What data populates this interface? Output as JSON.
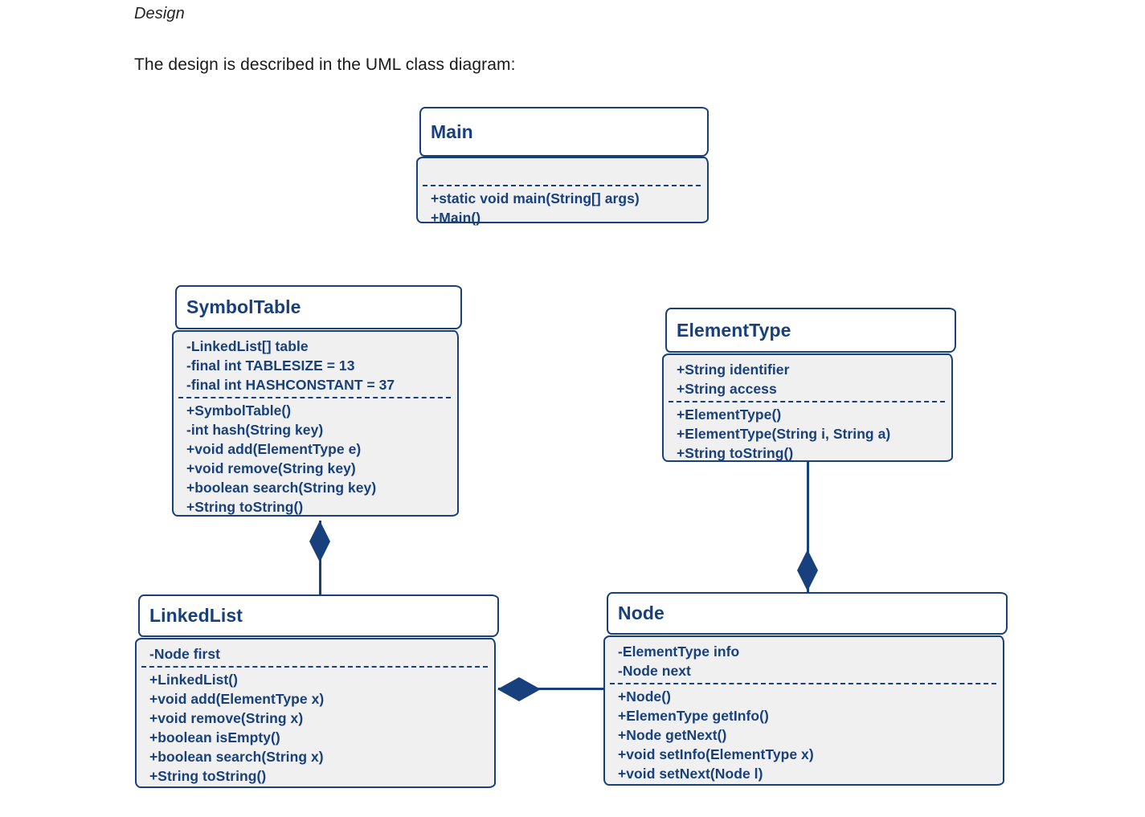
{
  "document": {
    "heading": "Design",
    "paragraph": "The design is described in the UML class diagram:"
  },
  "diagram": {
    "type": "uml-class-diagram",
    "accent_color": "#17407d",
    "body_fill": "#f0f0f0",
    "header_fill": "#ffffff",
    "classes": [
      {
        "id": "main",
        "name": "Main",
        "attributes": [],
        "methods": [
          "+static void main(String[] args)",
          "+Main()"
        ]
      },
      {
        "id": "symboltable",
        "name": "SymbolTable",
        "attributes": [
          "-LinkedList[] table",
          "-final int TABLESIZE = 13",
          "-final int HASHCONSTANT = 37"
        ],
        "methods": [
          "+SymbolTable()",
          "-int hash(String key)",
          "+void add(ElementType e)",
          "+void remove(String key)",
          "+boolean search(String key)",
          "+String toString()"
        ]
      },
      {
        "id": "elementtype",
        "name": "ElementType",
        "attributes": [
          "+String identifier",
          "+String access"
        ],
        "methods": [
          "+ElementType()",
          "+ElementType(String i, String a)",
          "+String toString()"
        ]
      },
      {
        "id": "linkedlist",
        "name": "LinkedList",
        "attributes": [
          "-Node first"
        ],
        "methods": [
          "+LinkedList()",
          "+void add(ElementType x)",
          "+void remove(String x)",
          "+boolean isEmpty()",
          "+boolean search(String x)",
          "+String toString()"
        ]
      },
      {
        "id": "node",
        "name": "Node",
        "attributes": [
          "-ElementType info",
          "-Node next"
        ],
        "methods": [
          "+Node()",
          "+ElemenType getInfo()",
          "+Node getNext()",
          "+void setInfo(ElementType x)",
          "+void setNext(Node l)"
        ]
      }
    ],
    "relationships": [
      {
        "id": "symboltable-linkedlist",
        "kind": "composition",
        "from": "SymbolTable",
        "to": "LinkedList",
        "diamond_at": "SymbolTable"
      },
      {
        "id": "elementtype-node",
        "kind": "composition",
        "from": "ElementType",
        "to": "Node",
        "diamond_at": "Node"
      },
      {
        "id": "linkedlist-node",
        "kind": "composition",
        "from": "Node",
        "to": "LinkedList",
        "diamond_at": "LinkedList"
      }
    ]
  }
}
